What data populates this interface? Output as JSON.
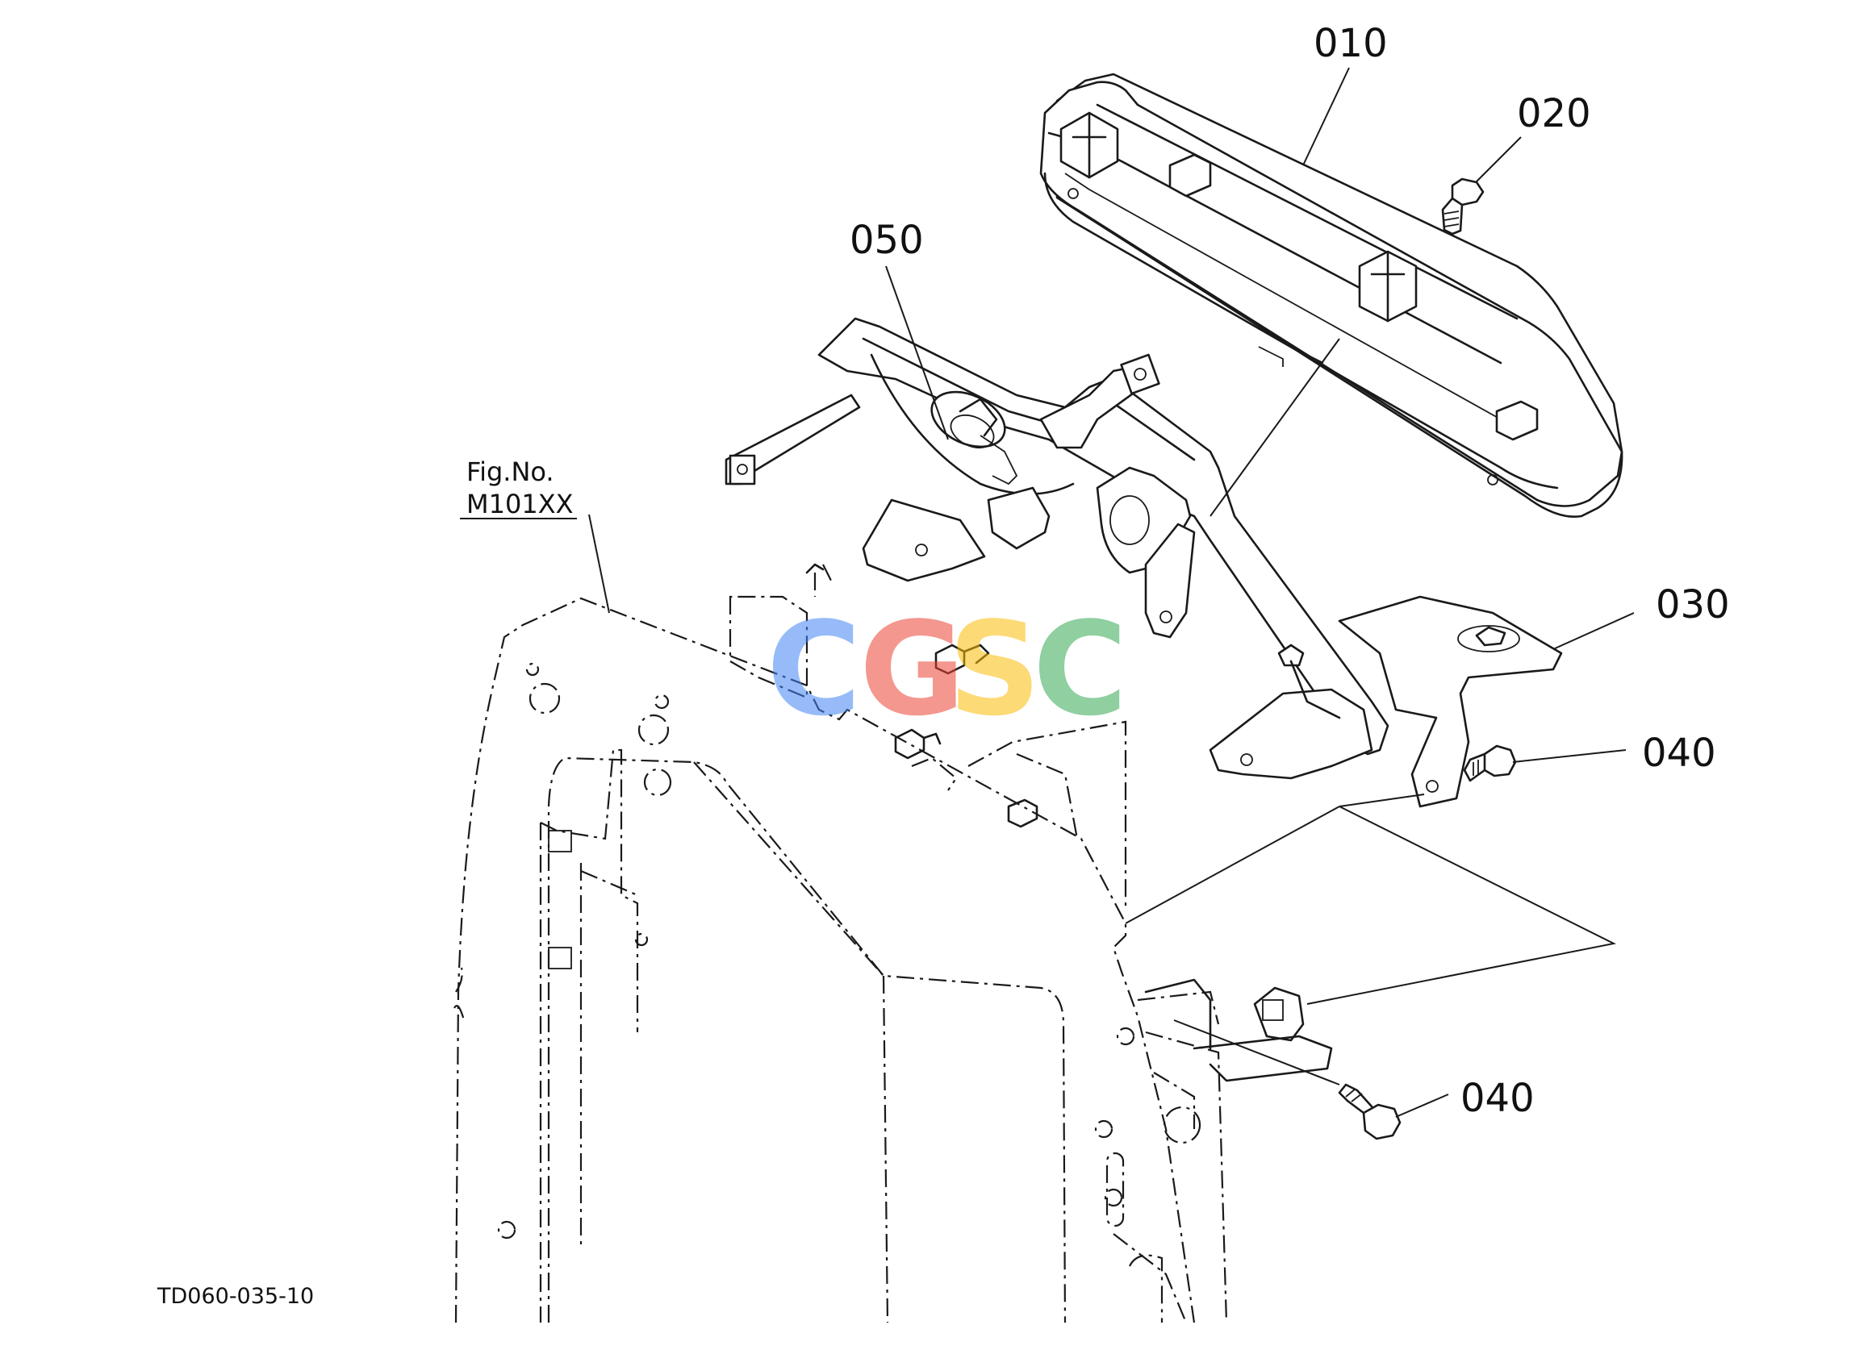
{
  "diagram": {
    "part_labels": {
      "p010": "010",
      "p020": "020",
      "p030": "030",
      "p040_upper": "040",
      "p040_lower": "040",
      "p050": "050"
    },
    "figure_reference": {
      "line1": "Fig.No.",
      "line2": "M101XX"
    },
    "drawing_code": "TD060-035-10",
    "watermark": {
      "letters": [
        "C",
        "G",
        "S",
        "C"
      ],
      "colors": [
        "#4285f4",
        "#ea4335",
        "#fbbc05",
        "#34a853"
      ]
    }
  }
}
